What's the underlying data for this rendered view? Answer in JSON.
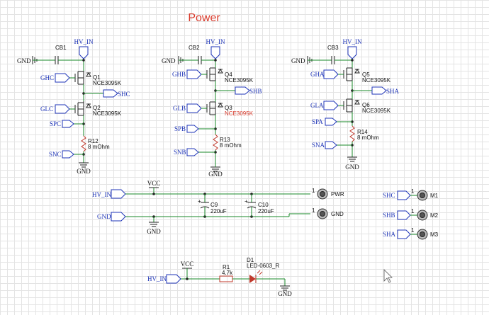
{
  "title": "Power",
  "colors": {
    "wire": "#1a8a2a",
    "net_label": "#1f35b8",
    "title": "#d93a2b",
    "highlight": "#d93a2b"
  },
  "common": {
    "gnd": "GND",
    "hv_in": "HV_IN",
    "vcc": "VCC"
  },
  "phases": [
    {
      "cap": "CB1",
      "hi_gate": "GHC",
      "q_hi": "Q1",
      "q_hi_part": "NCE3095K",
      "out": "SHC",
      "lo_gate": "GLC",
      "q_lo": "Q2",
      "q_lo_part": "NCE3095K",
      "sense_p": "SPC",
      "r": "R12",
      "r_val": "8 mOhm",
      "sense_n": "SNC"
    },
    {
      "cap": "CB2",
      "hi_gate": "GHB",
      "q_hi": "Q4",
      "q_hi_part": "NCE3095K",
      "out": "SHB",
      "lo_gate": "GLB",
      "q_lo": "Q3",
      "q_lo_part": "NCE3095K",
      "sense_p": "SPB",
      "r": "R13",
      "r_val": "8 mOhm",
      "sense_n": "SNB"
    },
    {
      "cap": "CB3",
      "hi_gate": "GHA",
      "q_hi": "Q5",
      "q_hi_part": "NCE3095K",
      "out": "SHA",
      "lo_gate": "GLA",
      "q_lo": "Q6",
      "q_lo_part": "NCE3095K",
      "sense_p": "SPA",
      "r": "R14",
      "r_val": "8 mOhm",
      "sense_n": "SNA"
    }
  ],
  "supply": {
    "hv_in": "HV_IN",
    "vcc": "VCC",
    "gnd": "GND",
    "c9": "C9",
    "c9_val": "220uF",
    "c10": "C10",
    "c10_val": "220uF",
    "pin": "1",
    "pwr": "PWR",
    "gnd_conn": "GND"
  },
  "motor_headers": [
    {
      "net": "SHC",
      "pin": "1",
      "ref": "M1"
    },
    {
      "net": "SHB",
      "pin": "1",
      "ref": "M2"
    },
    {
      "net": "SHA",
      "pin": "1",
      "ref": "M3"
    }
  ],
  "led": {
    "hv_in": "HV_IN",
    "vcc": "VCC",
    "r": "R1",
    "r_val": "4.7k",
    "d": "D1",
    "d_part": "LED-0603_R",
    "gnd": "GND"
  }
}
